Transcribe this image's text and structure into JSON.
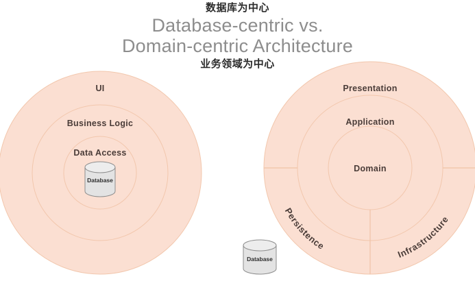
{
  "header": {
    "cn_top": "数据库为中心",
    "title_line1": "Database-centric vs.",
    "title_line2": "Domain-centric Architecture",
    "cn_bottom": "业务领域为中心"
  },
  "left_diagram": {
    "name": "database-centric-architecture",
    "rings": [
      {
        "label": "UI"
      },
      {
        "label": "Business Logic"
      },
      {
        "label": "Data Access"
      }
    ],
    "cylinder_label": "Database"
  },
  "right_diagram": {
    "name": "domain-centric-architecture",
    "rings": [
      {
        "label": "Presentation"
      },
      {
        "label": "Application"
      },
      {
        "label": "Domain"
      }
    ],
    "sectors": [
      {
        "label": "Persistence"
      },
      {
        "label": "Infrastructure"
      }
    ]
  },
  "external_store": {
    "cylinder_label": "Database"
  },
  "colors": {
    "ring_fill": "#fbdfd2",
    "ring_stroke": "#f2c7ad",
    "label_text": "#4a3c38",
    "title_text": "#8d8d8d",
    "cn_text": "#2b2b2b",
    "cylinder_fill": "#e3e3e3",
    "cylinder_stroke": "#8d8d8d",
    "background": "#ffffff"
  }
}
